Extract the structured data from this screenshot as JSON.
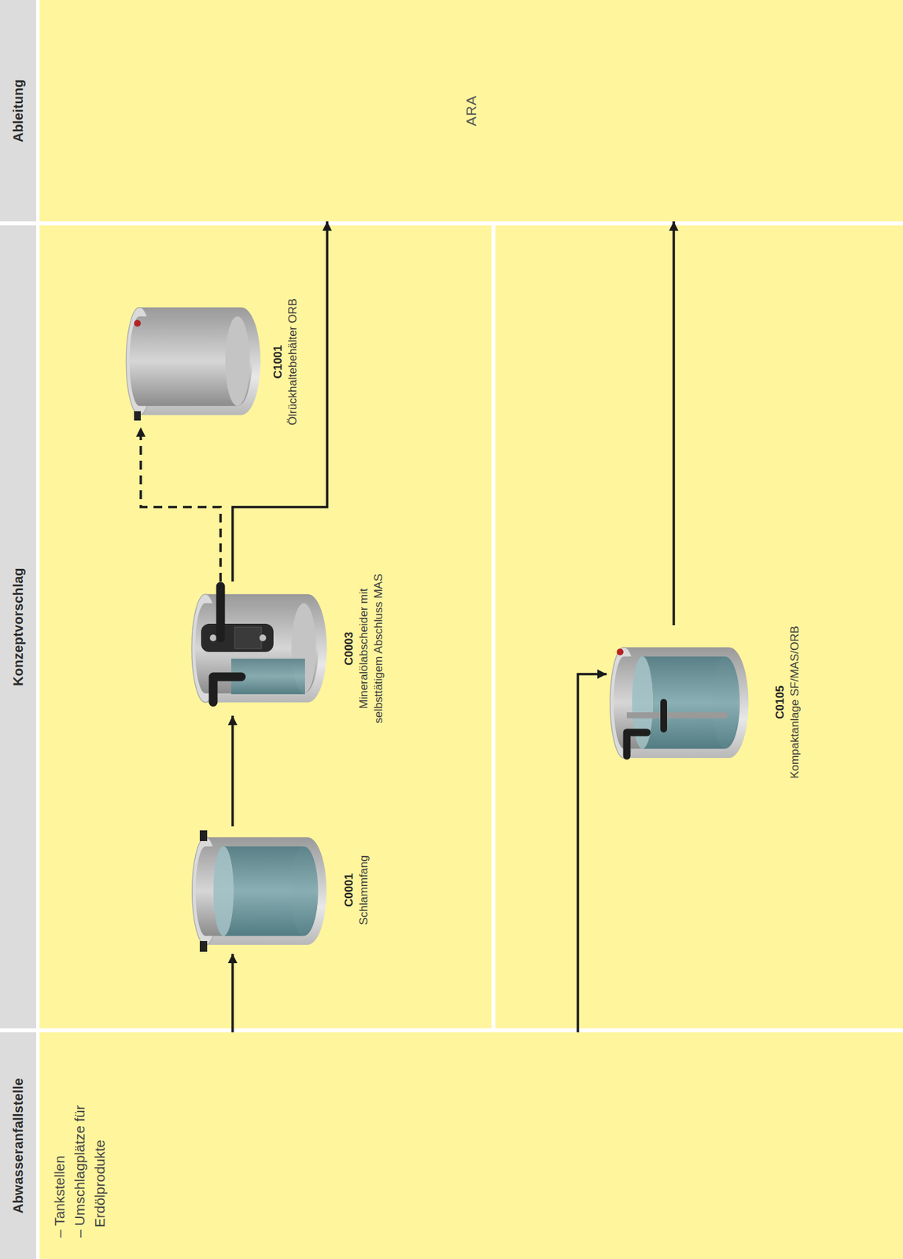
{
  "diagram": {
    "nodes": [
      {
        "text": [
          "Abwasseranfallstelle",
          "– Tankstellen",
          "– Umschlagplätze für Erdölprodukte"
        ]
      },
      {
        "text": [
          "Konzeptvorschlag"
        ]
      },
      {
        "text": [
          "Ableitung"
        ]
      },
      {
        "text": [
          "ARA"
        ],
        "in": 2
      },
      {
        "text": [
          "C0001",
          "Schlammfang"
        ],
        "in": 1
      },
      {
        "text": [
          "C0003",
          "Mineralölabscheider mit selbsttätigem Abschluss MAS"
        ],
        "in": 1
      },
      {
        "text": [
          "C1001",
          "Ölrückhaltebehälter ORB"
        ],
        "in": 1
      },
      {
        "text": [
          "C0105",
          "Kompaktanlage SF/MAS/ORB"
        ],
        "in": 1
      }
    ],
    "edges": [
      {
        "from": 0,
        "to": 4,
        "arrow": "to"
      },
      {
        "from": 4,
        "to": 5,
        "arrow": "to"
      },
      {
        "from": 5,
        "to": 6,
        "arrow": "to"
      },
      {
        "from": 5,
        "to": 3,
        "arrow": "to"
      },
      {
        "from": 0,
        "to": 7,
        "arrow": "to"
      },
      {
        "from": 7,
        "to": 3,
        "arrow": "to"
      }
    ]
  }
}
